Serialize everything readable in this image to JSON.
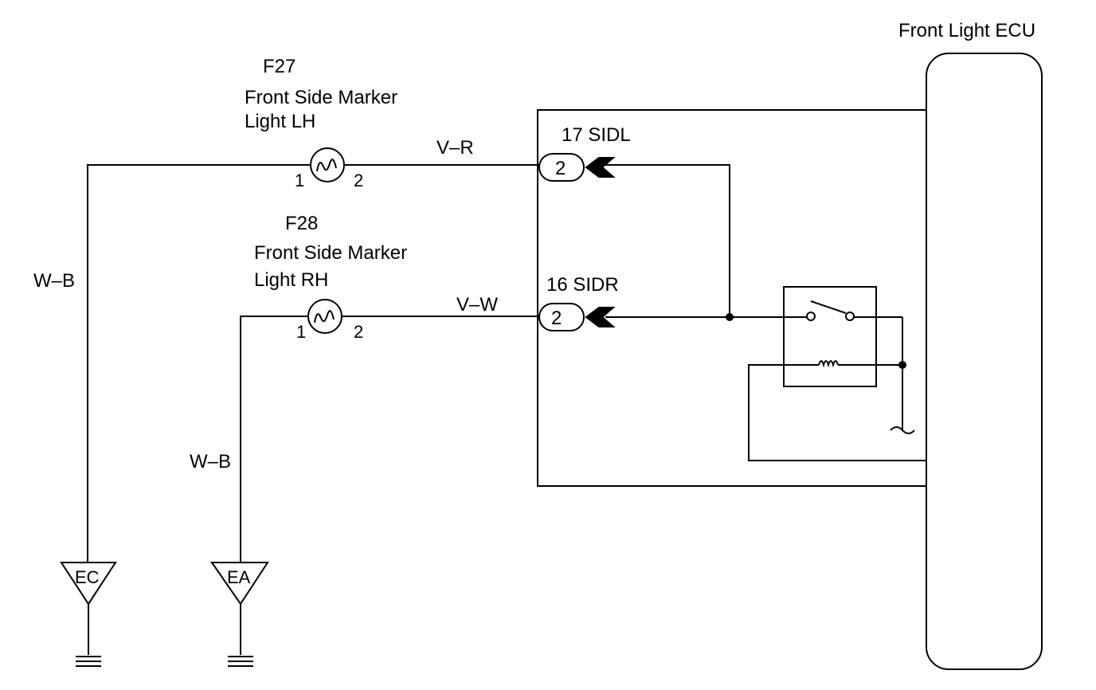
{
  "ecu": {
    "title": "Front Light ECU"
  },
  "component_left": {
    "code": "F27",
    "name_line1": "Front Side Marker",
    "name_line2": "Light LH",
    "pin_left": "1",
    "pin_right": "2"
  },
  "component_right": {
    "code": "F28",
    "name_line1": "Front Side Marker",
    "name_line2": "Light RH",
    "pin_left": "1",
    "pin_right": "2"
  },
  "wires": {
    "top": "V–R",
    "middle": "V–W",
    "ground_left": "W–B",
    "ground_right": "W–B"
  },
  "terminals": {
    "sidl": {
      "label": "17  SIDL",
      "pin": "2"
    },
    "sidr": {
      "label": "16  SIDR",
      "pin": "2"
    }
  },
  "grounds": {
    "left": "EC",
    "right": "EA"
  }
}
